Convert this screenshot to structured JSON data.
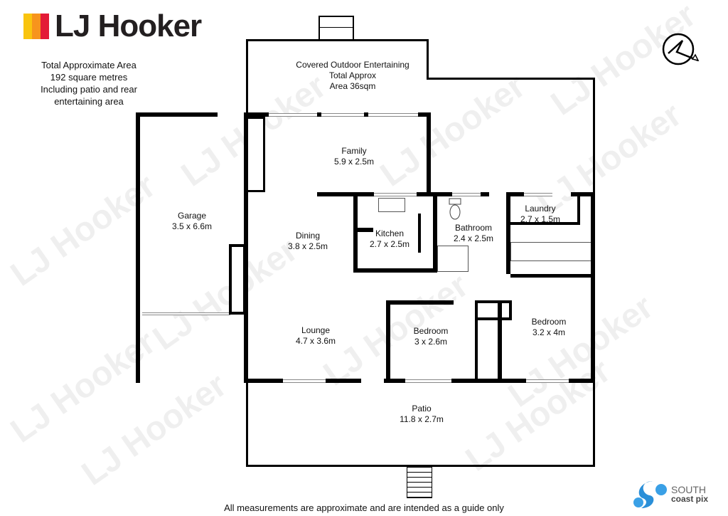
{
  "logo": {
    "brand": "LJ Hooker",
    "colors": [
      "#f9c40e",
      "#f7941d",
      "#e31b37"
    ]
  },
  "area_note": [
    "Total Approximate Area",
    "192 square metres",
    "Including patio and rear",
    "entertaining area"
  ],
  "watermark": "LJ Hooker",
  "rooms": {
    "outdoor": [
      "Covered Outdoor Entertaining",
      "Total Approx",
      "Area 36sqm"
    ],
    "family": [
      "Family",
      "5.9 x 2.5m"
    ],
    "garage": [
      "Garage",
      "3.5 x 6.6m"
    ],
    "dining": [
      "Dining",
      "3.8 x 2.5m"
    ],
    "kitchen": [
      "Kitchen",
      "2.7 x 2.5m"
    ],
    "bathroom": [
      "Bathroom",
      "2.4 x 2.5m"
    ],
    "laundry": [
      "Laundry",
      "2.7 x 1.5m"
    ],
    "lounge": [
      "Lounge",
      "4.7 x 3.6m"
    ],
    "bedroom1": [
      "Bedroom",
      "3 x 2.6m"
    ],
    "bedroom2": [
      "Bedroom",
      "3.2 x 4m"
    ],
    "patio": [
      "Patio",
      "11.8 x 2.7m"
    ]
  },
  "footer": "All measurements are approximate and are intended as a guide only",
  "partner": {
    "line1": "SOUTH",
    "line2": "coast pix",
    "color": "#2a8fd8"
  }
}
